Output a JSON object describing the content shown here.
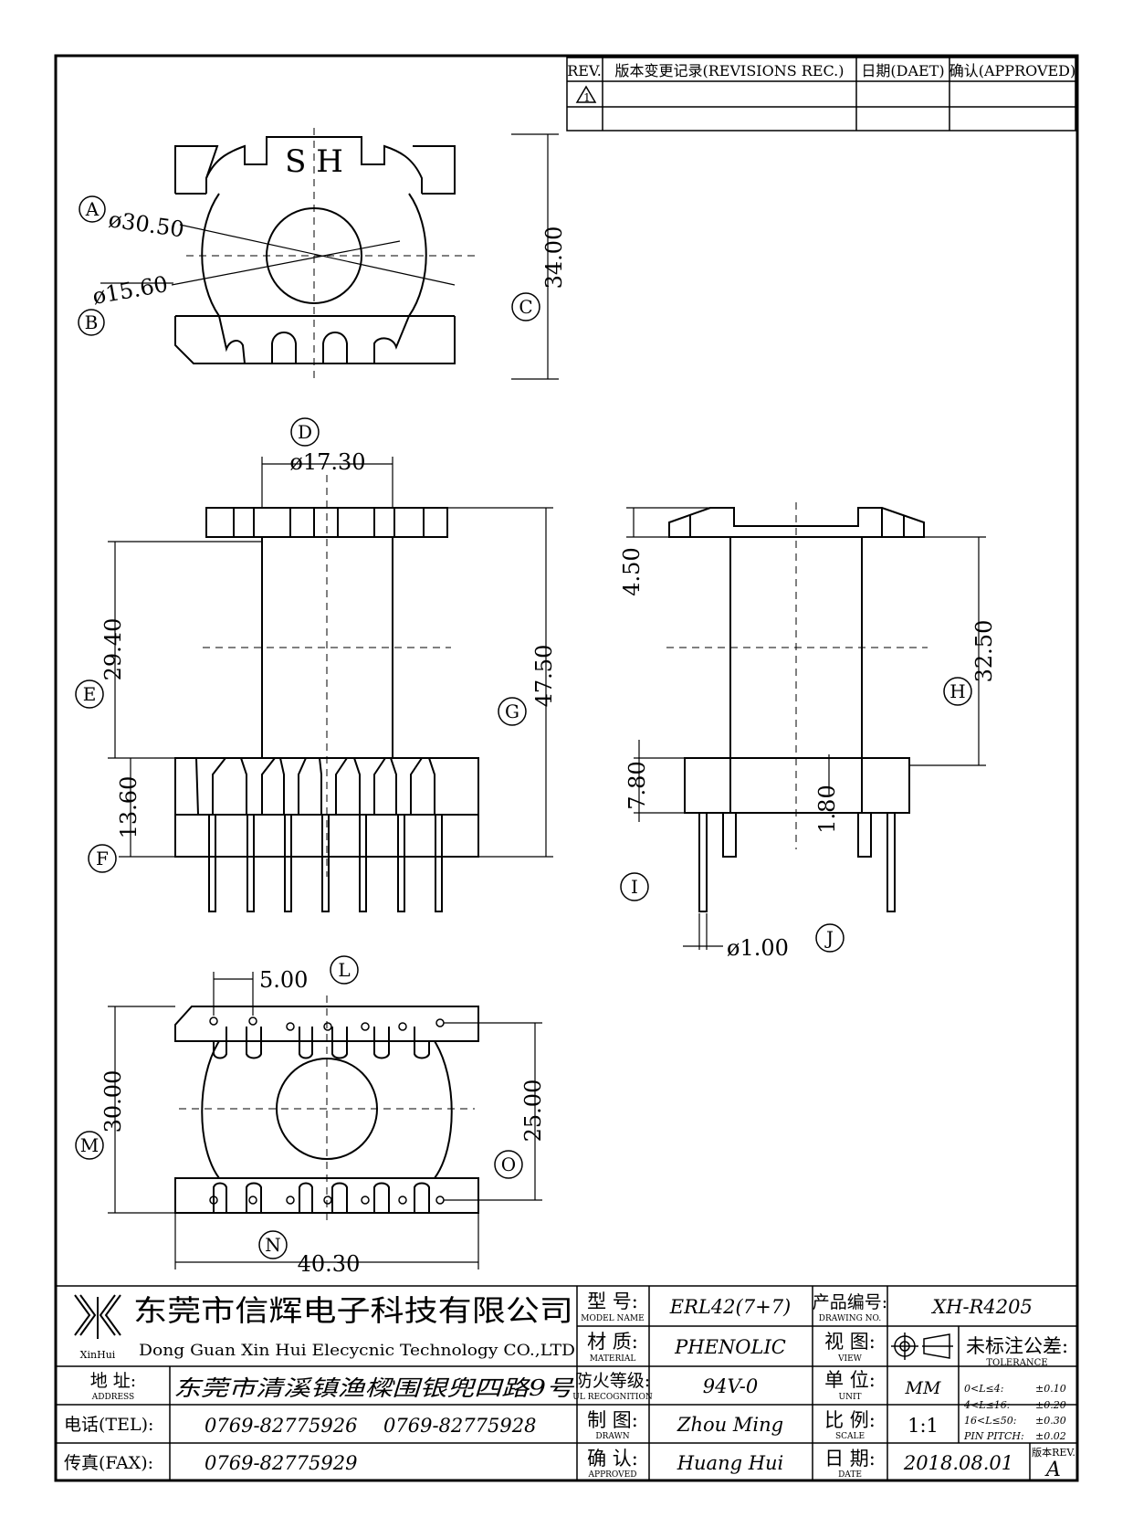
{
  "revision_table": {
    "headers": {
      "rev": "REV.",
      "record": "版本变更记录(REVISIONS REC.)",
      "date": "日期(DAET)",
      "approved": "确认(APPROVED)"
    },
    "row1_rev": "1"
  },
  "views": {
    "top": {
      "logo_text": "S H",
      "callout_a": "A",
      "callout_b": "B",
      "callout_c": "C",
      "dim_a": "ø30.50",
      "dim_b": "ø15.60",
      "dim_c": "34.00"
    },
    "front": {
      "callout_d": "D",
      "callout_e": "E",
      "callout_f": "F",
      "callout_g": "G",
      "dim_d": "ø17.30",
      "dim_e": "29.40",
      "dim_f": "13.60",
      "dim_g": "47.50"
    },
    "side": {
      "callout_h": "H",
      "callout_i": "I",
      "callout_j": "J",
      "dim_top": "4.50",
      "dim_h": "32.50",
      "dim_base": "7.80",
      "dim_step": "1.80",
      "dim_j": "ø1.00"
    },
    "bottom": {
      "callout_l": "L",
      "callout_m": "M",
      "callout_n": "N",
      "callout_o": "O",
      "dim_l": "5.00",
      "dim_m": "30.00",
      "dim_n": "40.30",
      "dim_o": "25.00"
    }
  },
  "title_block": {
    "company_cn": "东莞市信辉电子科技有限公司",
    "company_en": "Dong Guan Xin Hui Elecycnic Technology CO.,LTD",
    "logo_caption": "XinHui",
    "address_label_cn": "地 址:",
    "address_label_en": "ADDRESS",
    "address_value": "东莞市清溪镇渔樑围银兜四路9号",
    "tel_label": "电话(TEL):",
    "tel_value_1": "0769-82775926",
    "tel_value_2": "0769-82775928",
    "fax_label": "传真(FAX):",
    "fax_value": "0769-82775929",
    "model_label_cn": "型 号:",
    "model_label_en": "MODEL NAME",
    "model_value": "ERL42(7+7)",
    "material_label_cn": "材 质:",
    "material_label_en": "MATERIAL",
    "material_value": "PHENOLIC",
    "flame_label_cn": "防火等级:",
    "flame_label_en": "UL RECOGNITION",
    "flame_value": "94V-0",
    "drawn_label_cn": "制 图:",
    "drawn_label_en": "DRAWN",
    "drawn_value": "Zhou Ming",
    "approved_label_cn": "确 认:",
    "approved_label_en": "APPROVED",
    "approved_value": "Huang Hui",
    "drawing_no_label_cn": "产品编号:",
    "drawing_no_label_en": "DRAWING NO.",
    "drawing_no_value": "XH-R4205",
    "view_label_cn": "视 图:",
    "view_label_en": "VIEW",
    "unit_label_cn": "单 位:",
    "unit_label_en": "UNIT",
    "unit_value": "MM",
    "scale_label_cn": "比 例:",
    "scale_label_en": "SCALE",
    "scale_value": "1:1",
    "date_label_cn": "日 期:",
    "date_label_en": "DATE",
    "date_value": "2018.08.01",
    "tolerance_label_cn": "未标注公差:",
    "tolerance_label_en": "TOLERANCE",
    "tolerances": [
      {
        "range": "0<L≤4:",
        "value": "±0.10"
      },
      {
        "range": "4<L≤16:",
        "value": "±0.20"
      },
      {
        "range": "16<L≤50:",
        "value": "±0.30"
      },
      {
        "range": "PIN PITCH:",
        "value": "±0.02"
      }
    ],
    "rev_label": "版本REV.",
    "rev_value": "A"
  }
}
